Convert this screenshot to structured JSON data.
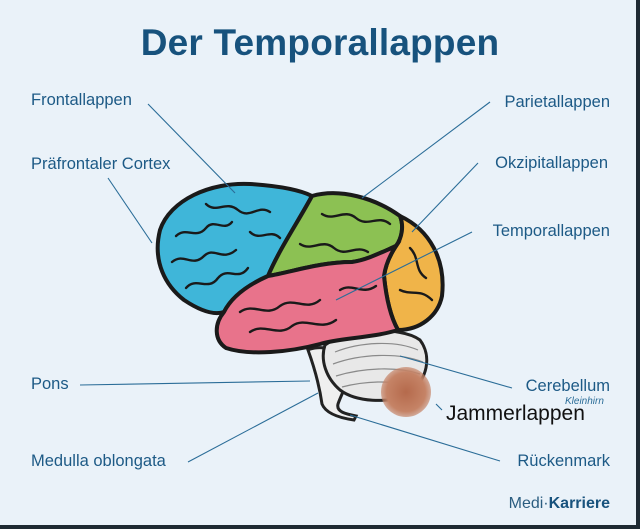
{
  "title": "Der Temporallappen",
  "labels": {
    "frontal": "Frontallappen",
    "praefrontal": "Präfrontaler Cortex",
    "parietal": "Parietallappen",
    "okzipital": "Okzipitallappen",
    "temporal": "Temporallappen",
    "pons": "Pons",
    "medulla": "Medulla oblongata",
    "cerebellum": "Cerebellum",
    "kleinhirn": "Kleinhirn",
    "rueckenmark": "Rückenmark"
  },
  "overlay_text": "Jammerlappen",
  "brand": {
    "part1": "Medi·",
    "part2": "Karriere"
  },
  "colors": {
    "title": "#17527d",
    "frontal": "#3fb6d9",
    "parietal": "#8cc153",
    "okzipital": "#f0b449",
    "temporal": "#e8738b",
    "cerebellum": "#e5e5e5"
  }
}
